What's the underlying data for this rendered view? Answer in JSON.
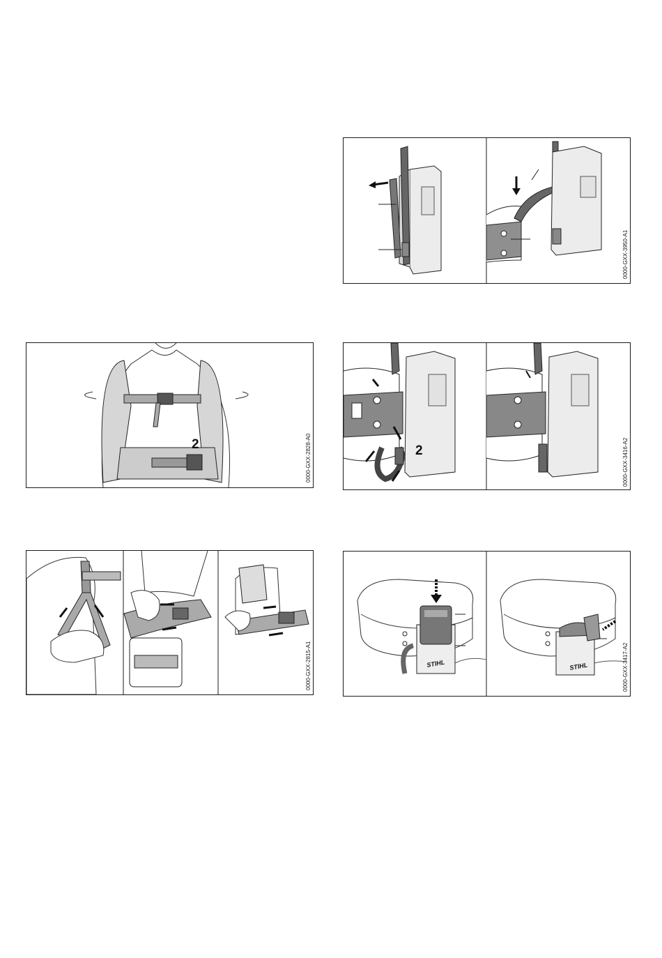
{
  "figures": {
    "battery_strap": {
      "code": "0000-GXX-3950-A1"
    },
    "harness_front": {
      "code": "0000-GXX-2828-A0",
      "callout": "2"
    },
    "belt_attach": {
      "code": "0000-GXX-3416-A2",
      "callout": "2"
    },
    "harness_adjust": {
      "code": "0000-GXX-2815-A1"
    },
    "battery_pouch": {
      "code": "0000-GXX-3417-A2",
      "brand_left": "STIHL",
      "brand_right": "STIHL"
    }
  },
  "icons": [
    "arrow-icon",
    "buckle-icon",
    "battery-icon"
  ]
}
